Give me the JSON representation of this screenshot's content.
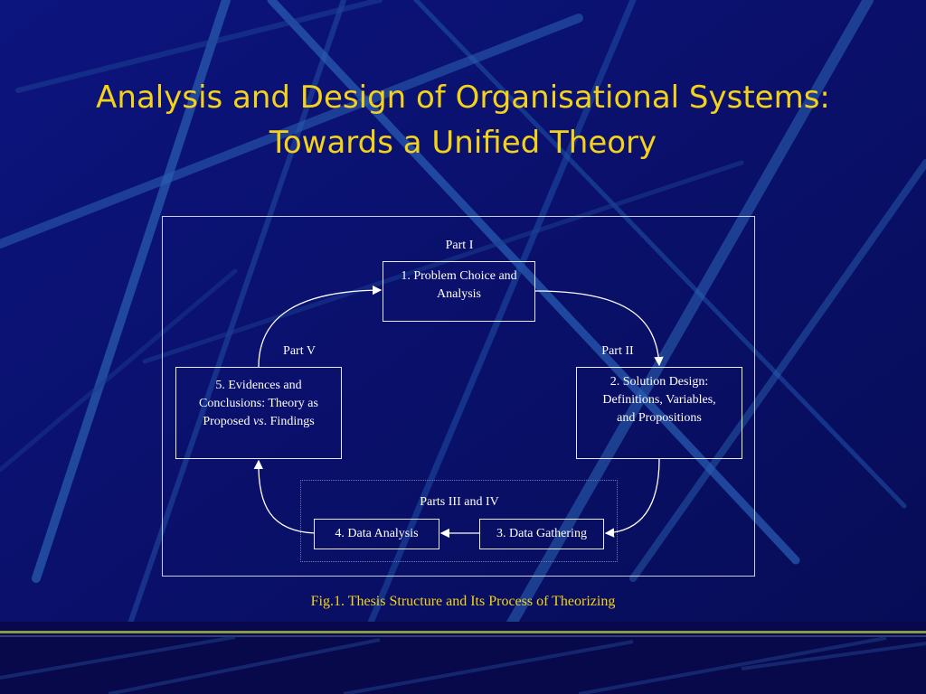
{
  "slide": {
    "title_line1": "Analysis and Design of Organisational Systems:",
    "title_line2": "Towards a Unified Theory"
  },
  "diagram": {
    "part_i": "Part I",
    "part_ii": "Part II",
    "parts_iii_iv": "Parts III and IV",
    "part_v": "Part V",
    "box1_line1": "1. Problem Choice and",
    "box1_line2": "Analysis",
    "box2_line1": "2. Solution Design:",
    "box2_line2": "Definitions, Variables,",
    "box2_line3": "and Propositions",
    "box3": "3. Data Gathering",
    "box4": "4. Data Analysis",
    "box5_line1": "5. Evidences and",
    "box5_line2": "Conclusions: Theory as",
    "box5_line3_a": "Proposed ",
    "box5_line3_em": "vs",
    "box5_line3_b": ". Findings"
  },
  "caption": "Fig.1. Thesis Structure and Its Process of Theorizing",
  "colors": {
    "background": "#0b1170",
    "title": "#f5d21a",
    "diagram_text": "#ffffff",
    "stripe": "#8a9a4a"
  }
}
